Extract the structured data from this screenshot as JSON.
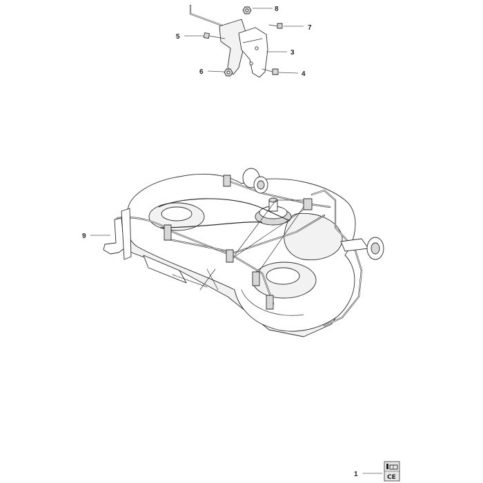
{
  "callouts": [
    {
      "id": "c1",
      "label": "1"
    },
    {
      "id": "c3",
      "label": "3"
    },
    {
      "id": "c4",
      "label": "4"
    },
    {
      "id": "c5",
      "label": "5"
    },
    {
      "id": "c6",
      "label": "6"
    },
    {
      "id": "c7",
      "label": "7"
    },
    {
      "id": "c8",
      "label": "8"
    },
    {
      "id": "c9",
      "label": "9"
    }
  ],
  "manual_icon": {
    "mark": "CE",
    "icon": "manual-book-icon"
  },
  "colors": {
    "line": "#2a2a2a",
    "shade": "#f2f2f2",
    "background": "#ffffff"
  }
}
